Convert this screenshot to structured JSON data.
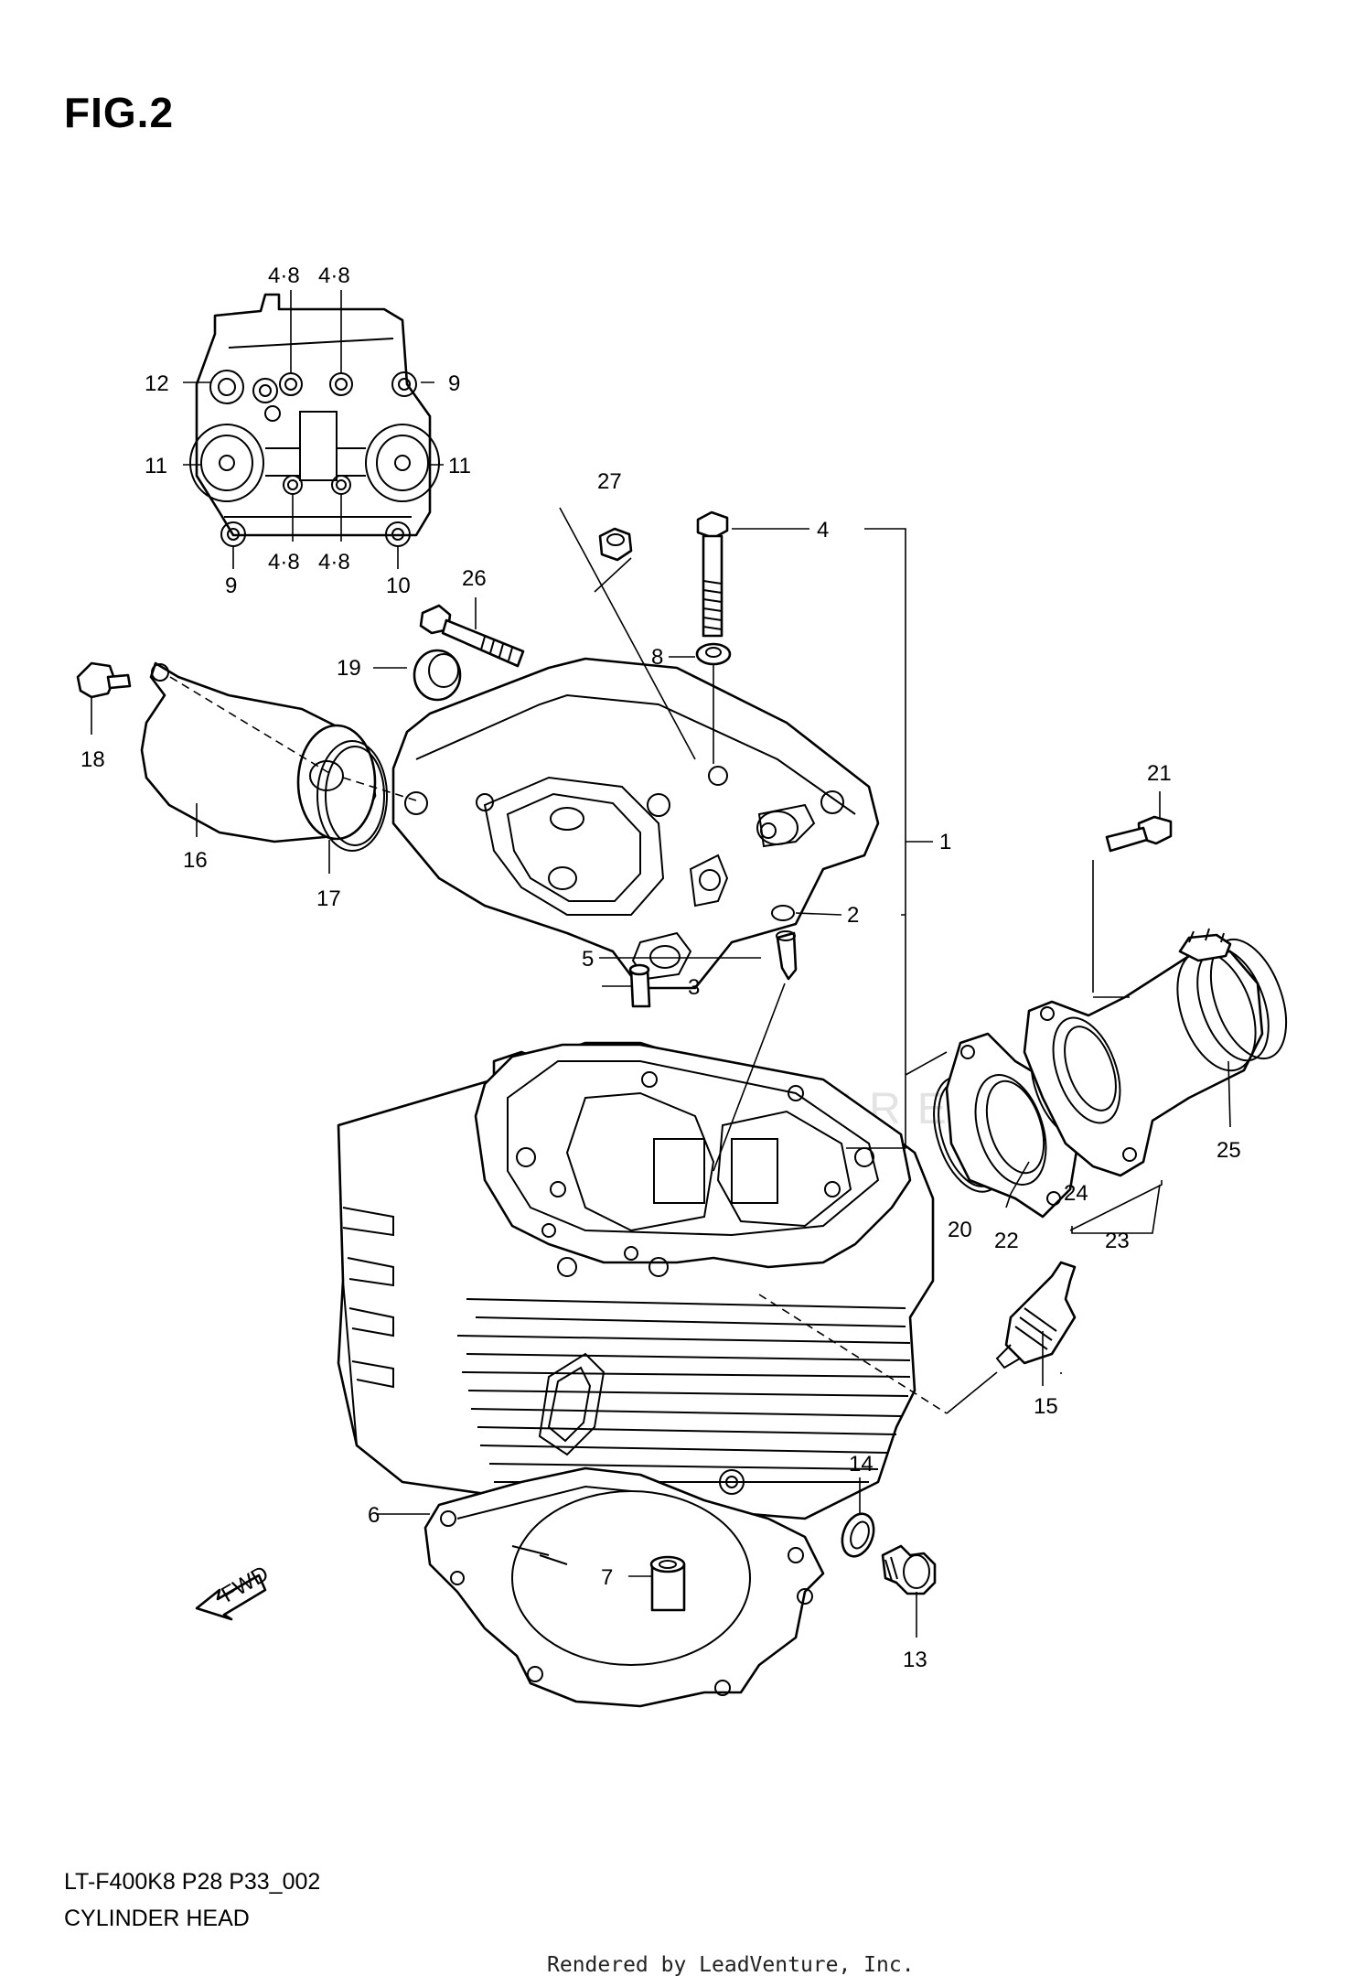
{
  "figure": {
    "title": "FIG.2",
    "code": "LT-F400K8 P28 P33_002",
    "name": "CYLINDER HEAD"
  },
  "credit": "Rendered by LeadVenture, Inc.",
  "watermark": "LEADVENTURE",
  "fwd_label": "FWD",
  "callouts": {
    "c1": "1",
    "c2": "2",
    "c3": "3",
    "c4": "4",
    "c5": "5",
    "c6": "6",
    "c7": "7",
    "c8": "8",
    "c13": "13",
    "c14": "14",
    "c15": "15",
    "c16": "16",
    "c17": "17",
    "c18": "18",
    "c19": "19",
    "c20": "20",
    "c21": "21",
    "c22": "22",
    "c23": "23",
    "c24": "24",
    "c25": "25",
    "c26": "26",
    "c27": "27"
  },
  "inset": {
    "tl1": "4·8",
    "tl2": "4·8",
    "bl1": "4·8",
    "bl2": "4·8",
    "l12": "12",
    "l9a": "9",
    "l11a": "11",
    "l11b": "11",
    "l9b": "9",
    "l10": "10"
  },
  "colors": {
    "line": "#000000",
    "background": "#ffffff"
  }
}
